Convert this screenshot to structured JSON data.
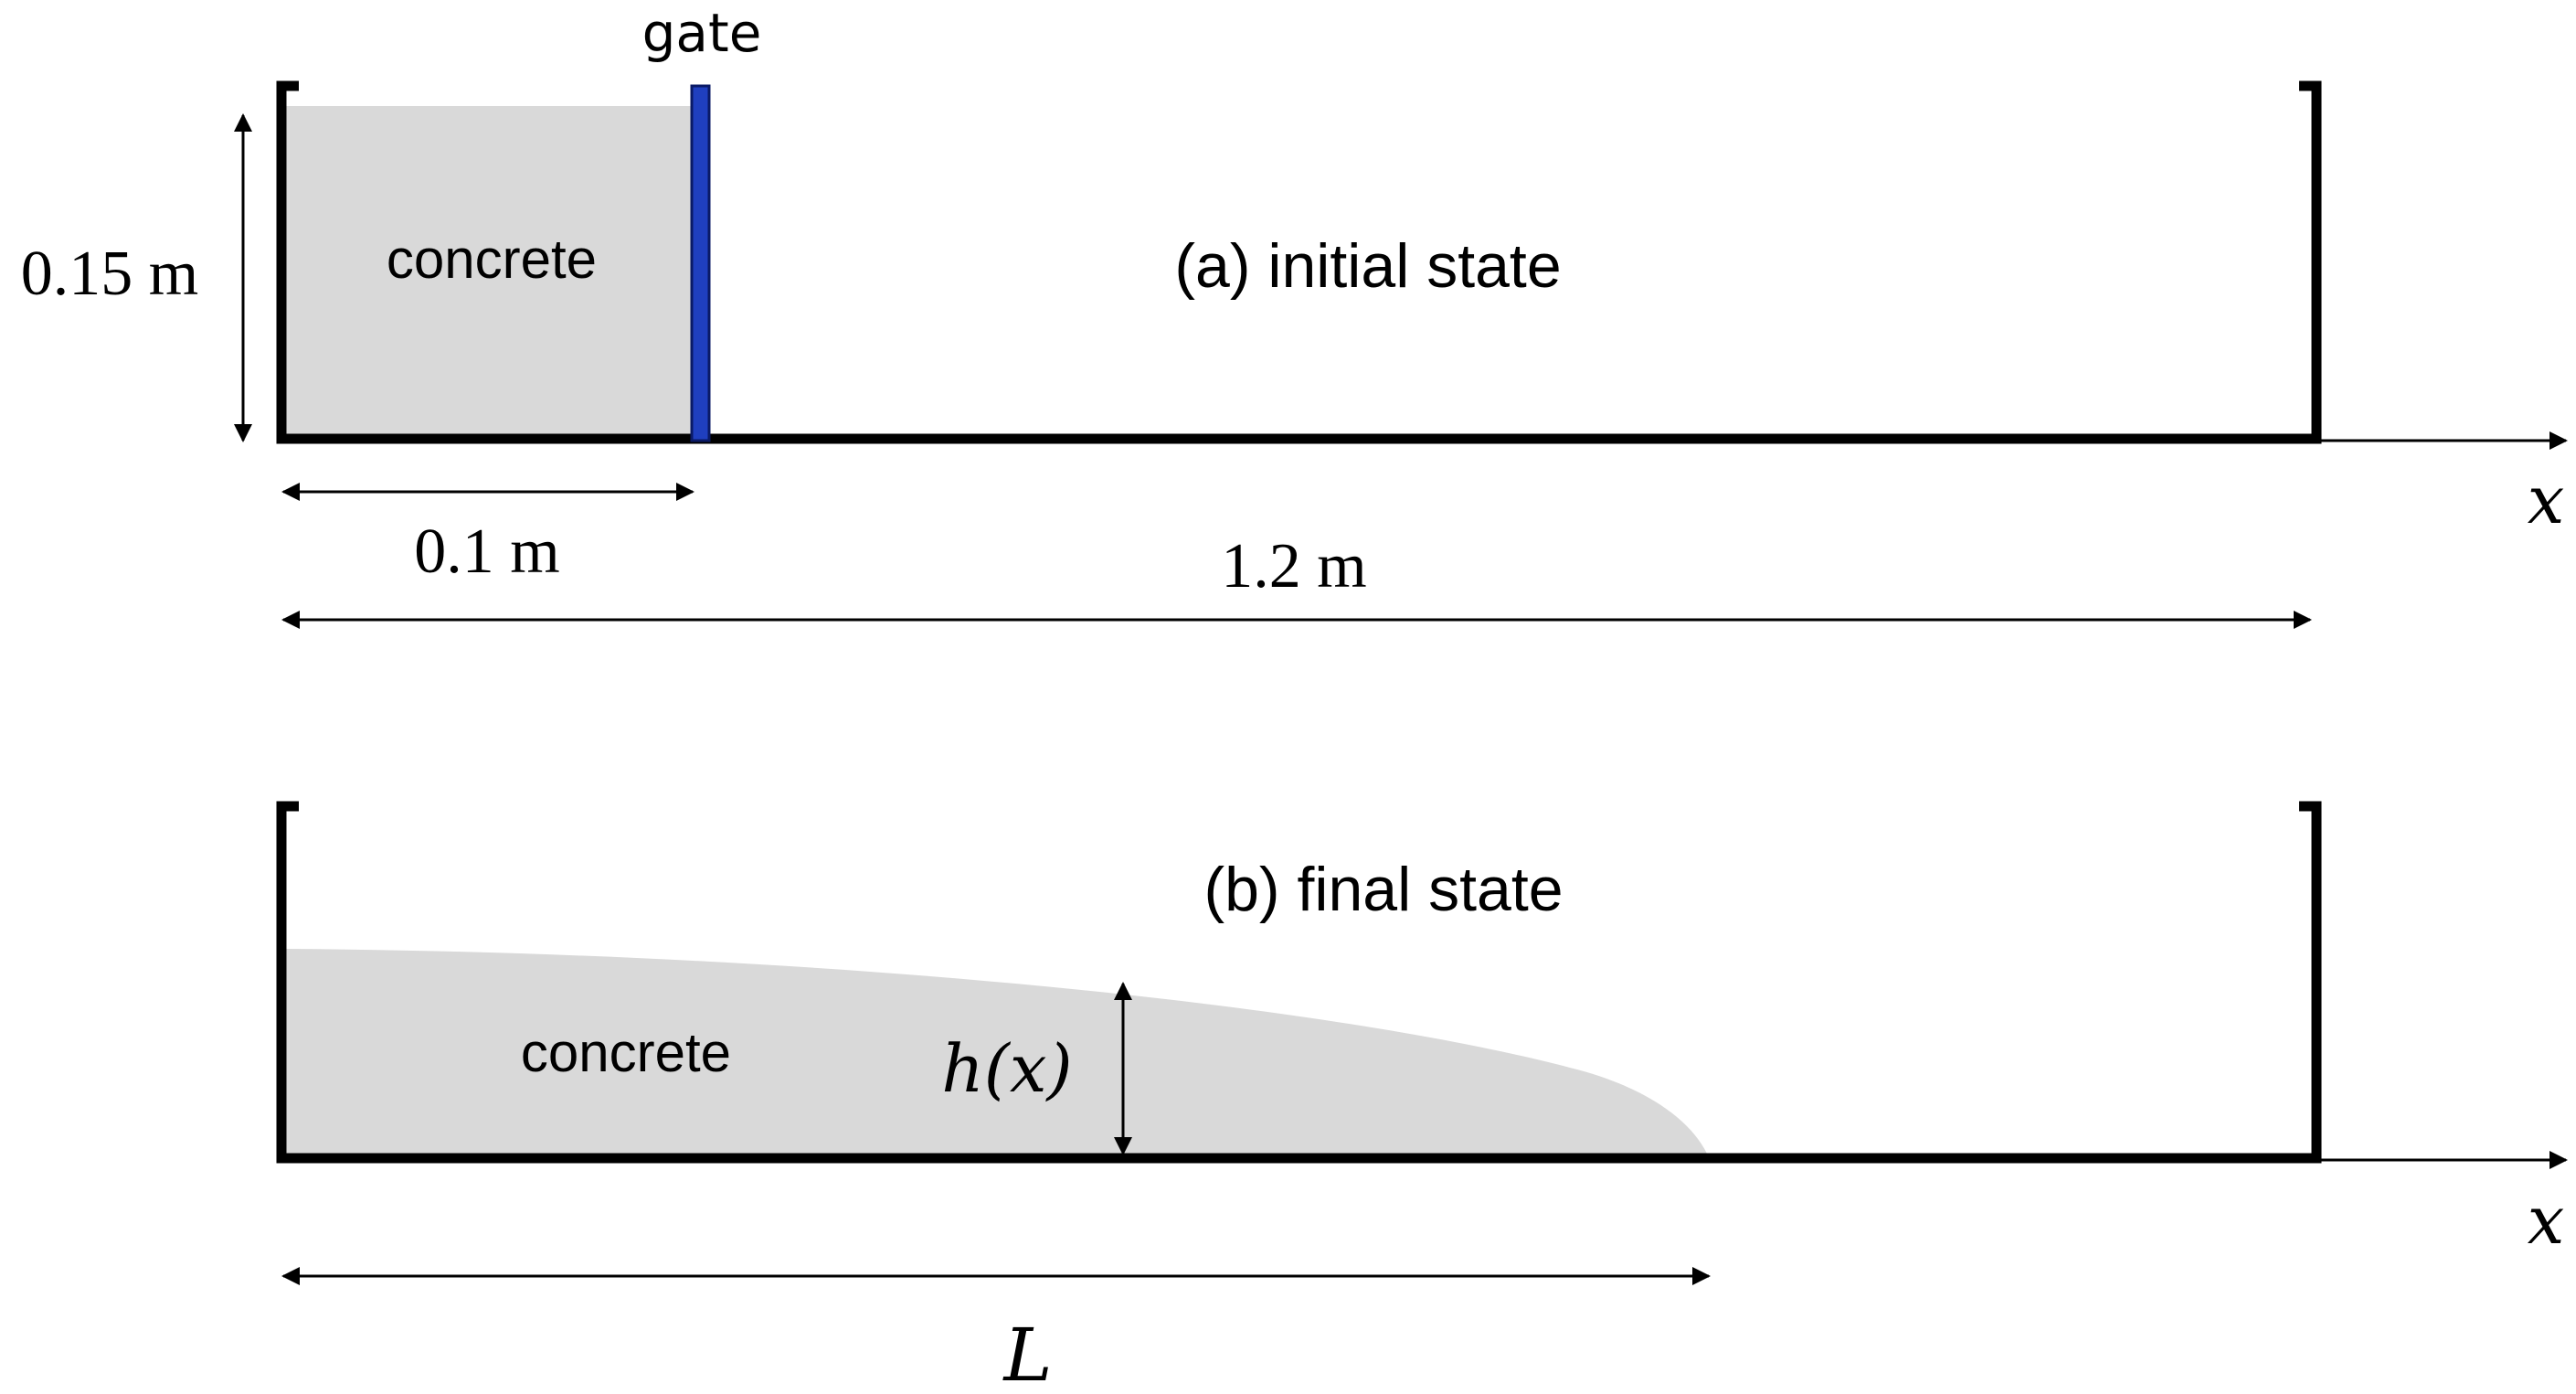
{
  "initial": {
    "caption": "(a) initial state",
    "material_label": "concrete",
    "gate_label": "gate",
    "height_label": "0.15 m",
    "gate_position_label": "0.1 m",
    "length_label": "1.2 m",
    "axis_label": "x"
  },
  "final": {
    "caption": "(b) final state",
    "material_label": "concrete",
    "height_function_label": "h(x)",
    "spread_length_label": "L",
    "axis_label": "x"
  },
  "colors": {
    "outline": "#000000",
    "concrete_fill": "#d9d9d9",
    "gate": "#1f3fbf"
  }
}
